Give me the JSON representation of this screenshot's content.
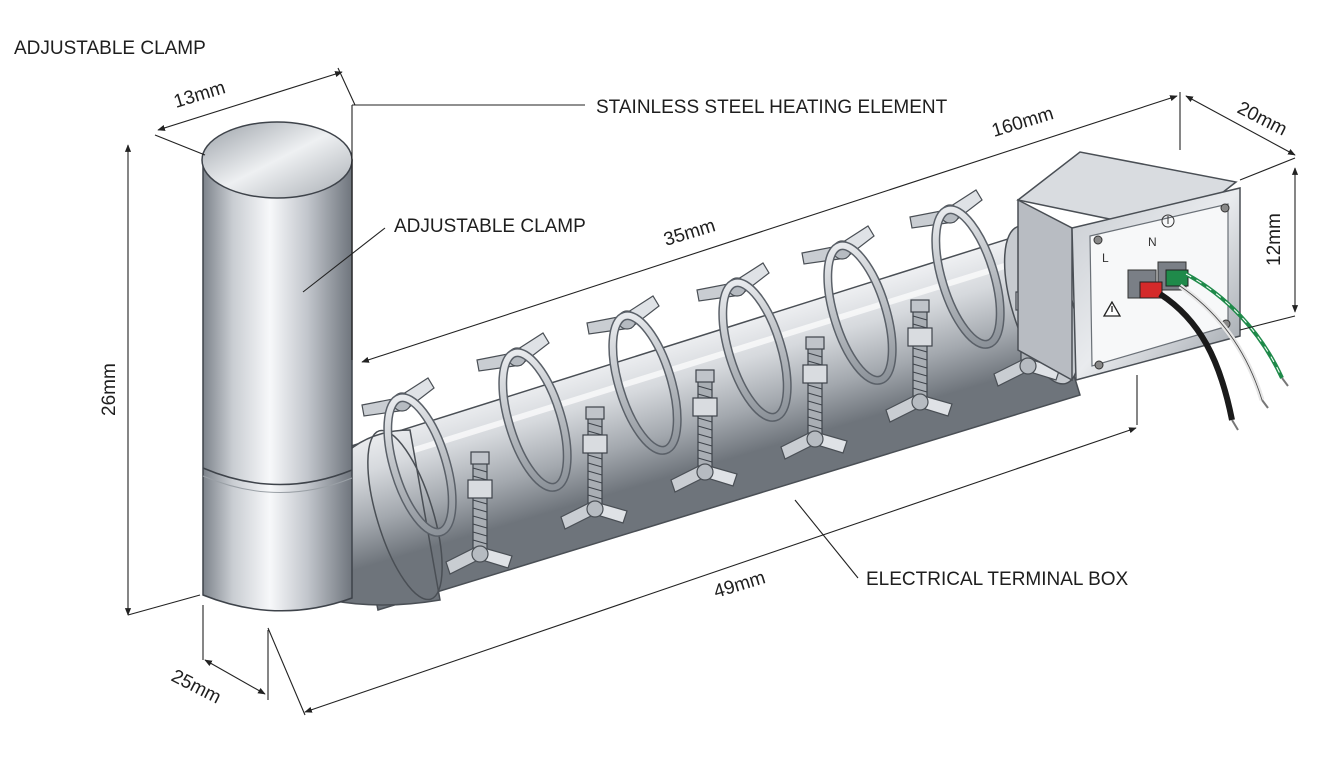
{
  "labels": {
    "clamp_top": "ADJUSTABLE CLAMP",
    "heating_element": "STAINLESS STEEL HEATING ELEMENT",
    "clamp_mid": "ADJUSTABLE CLAMP",
    "terminal_box": "ELECTRICAL TERMINAL BOX"
  },
  "dimensions": {
    "top_width": "13mm",
    "total_length": "160mm",
    "box_depth": "20mm",
    "pipe_length": "35mm",
    "box_height": "12mm",
    "riser_height": "26mm",
    "bottom_length": "49mm",
    "base_depth": "25mm"
  },
  "terminals": {
    "live": "L",
    "neutral": "N"
  },
  "colors": {
    "steel_dark": "#8a8f96",
    "steel_light": "#f4f6f8",
    "line": "#2a2a2a",
    "wire_red": "#d42a2a",
    "wire_green": "#1f8a4a",
    "wire_black": "#1a1a1a"
  },
  "icons": [
    "warning-icon",
    "ground-icon"
  ]
}
